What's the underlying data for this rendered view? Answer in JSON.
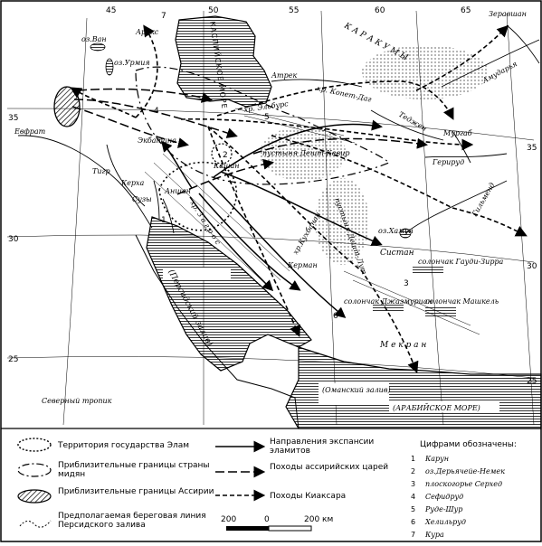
{
  "map": {
    "longitudes": [
      "45",
      "50",
      "55",
      "60",
      "65"
    ],
    "latitudes_left": [
      "35",
      "30",
      "25"
    ],
    "latitudes_right": [
      "35",
      "30",
      "25"
    ],
    "places": {
      "van": "оз.Ван",
      "urmia": "оз.Урмия",
      "araks": "Аракс",
      "caspian": "КАСПИЙСКОЕ МОРЕ",
      "atrek": "Атрек",
      "euphrates": "Евфрат",
      "tigris": "Тигр",
      "ecbatana": "Экбатана",
      "kerkha": "Керха",
      "susa": "Сузы",
      "anshan": "Аншан",
      "kashan": "Кашан",
      "desht_kevir": "пустыня Дешт-Кевир",
      "desht_lut": "пустыня Дешт-Лут",
      "kerman": "Керман",
      "kuhbanan": "хр.Кухбанан",
      "kopet_dag": "хр. Копет-Даг",
      "tejen": "Теджен",
      "murgab": "Мургаб",
      "geriirud": "Герируд",
      "zeravshan": "Зеравшан",
      "amudarya": "Амударья",
      "karakum": "К А Р А К У М Ы",
      "helmand_lake": "оз.Хамун",
      "helmand": "Гильменд",
      "sistan": "Систан",
      "gaudi_zirra": "солончак Гауди-Зирра",
      "mashkel": "солончак Машкель",
      "jazmurian": "солончак Джазмуриан",
      "makran": "М е к р а н",
      "zagros": "хр. З а г р о с",
      "persian_gulf": "(Персидский залив)",
      "oman_gulf": "(Оманский залив)",
      "arabian_sea": "(АРАБИЙСКОЕ МОРЕ)",
      "tropic": "Северный тропик",
      "elburs": "хр. Эльбурс"
    },
    "numbers": [
      "1",
      "2",
      "3",
      "4",
      "5",
      "6",
      "7"
    ]
  },
  "legend": {
    "elam": "Территория государства Элам",
    "media": "Приблизительные границы страны мидян",
    "assyria": "Приблизительные границы Ассирии",
    "coast": "Предполагаемая береговая линия Персидского залива",
    "elam_exp": "Направления экспансии эламитов",
    "assyr_camp": "Походы ассирийских царей",
    "cyax_camp": "Походы Киаксара",
    "scale_left": "200",
    "scale_mid": "0",
    "scale_right": "200 км"
  },
  "numbers_key": {
    "title": "Цифрами обозначены:",
    "items": [
      {
        "n": "1",
        "name": "Карун"
      },
      {
        "n": "2",
        "name": "оз.Дерьячейе-Немек"
      },
      {
        "n": "3",
        "name": "плоскогорье  Серхед"
      },
      {
        "n": "4",
        "name": "Сефидруд"
      },
      {
        "n": "5",
        "name": "Руде-Шур"
      },
      {
        "n": "6",
        "name": "Хелильруд"
      },
      {
        "n": "7",
        "name": "Кура"
      }
    ]
  }
}
